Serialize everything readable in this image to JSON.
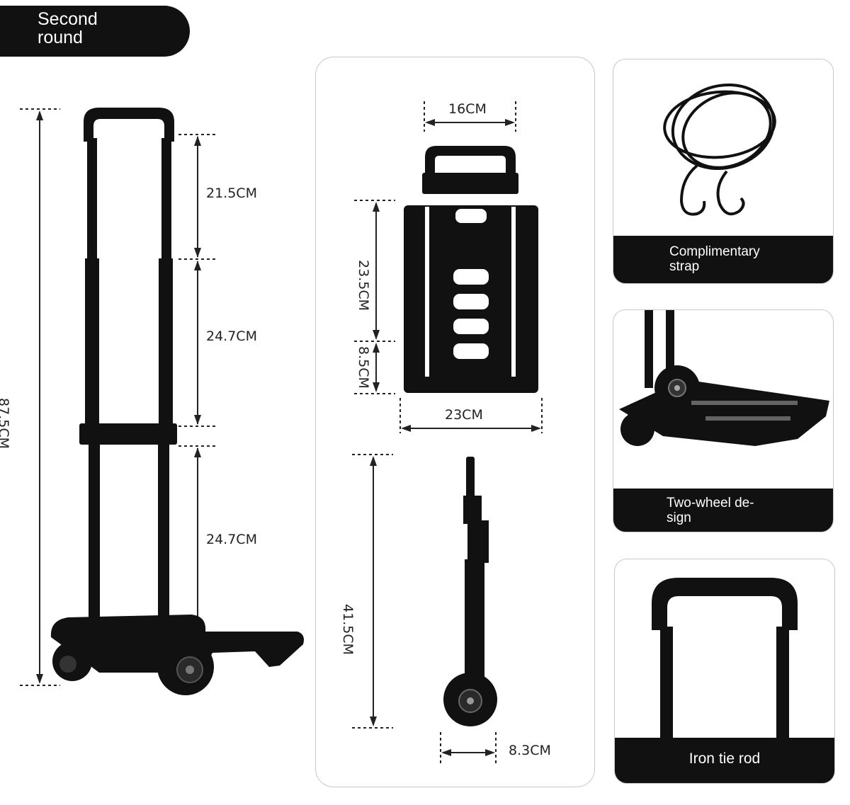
{
  "badge": {
    "line1": "Second",
    "line2": "round"
  },
  "dimensions": {
    "total_height": "87.5CM",
    "segment_top": "21.5CM",
    "segment_middle": "24.7CM",
    "segment_bottom": "24.7CM",
    "folded_width_top": "16CM",
    "folded_height_plate": "23.5CM",
    "folded_height_base": "8.5CM",
    "folded_width_base": "23CM",
    "side_height": "41.5CM",
    "side_thickness": "8.3CM"
  },
  "panels": {
    "strap": {
      "line1": "Complimentary",
      "line2": "strap"
    },
    "wheels": {
      "line1": "Two-wheel de-",
      "line2": "sign"
    },
    "rod": {
      "label": "Iron tie rod"
    }
  },
  "colors": {
    "product": "#111111",
    "dim_line": "#222222",
    "card_border": "#c9c9c9"
  }
}
